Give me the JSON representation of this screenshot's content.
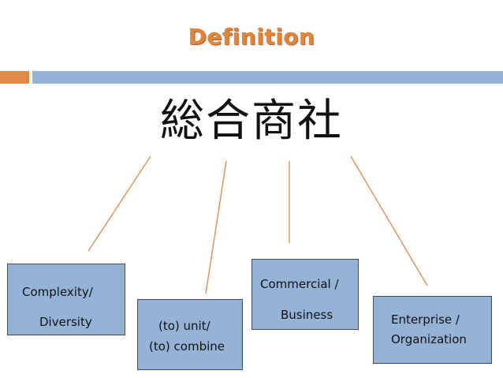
{
  "slide": {
    "title": "Definition",
    "term": "総合商社"
  },
  "colors": {
    "title": "#e2853c",
    "accent_bar_left": "#e08a4a",
    "accent_bar_right": "#95b3d7",
    "box_fill": "#95b3d7",
    "connector": "#e0955e"
  },
  "boxes": [
    {
      "line1": "Complexity/",
      "line2": "Diversity"
    },
    {
      "line1": "(to) unit/",
      "line2": "(to) combine"
    },
    {
      "line1": "Commercial /",
      "line2": "Business"
    },
    {
      "line1": "Enterprise /",
      "line2": "Organization"
    }
  ]
}
